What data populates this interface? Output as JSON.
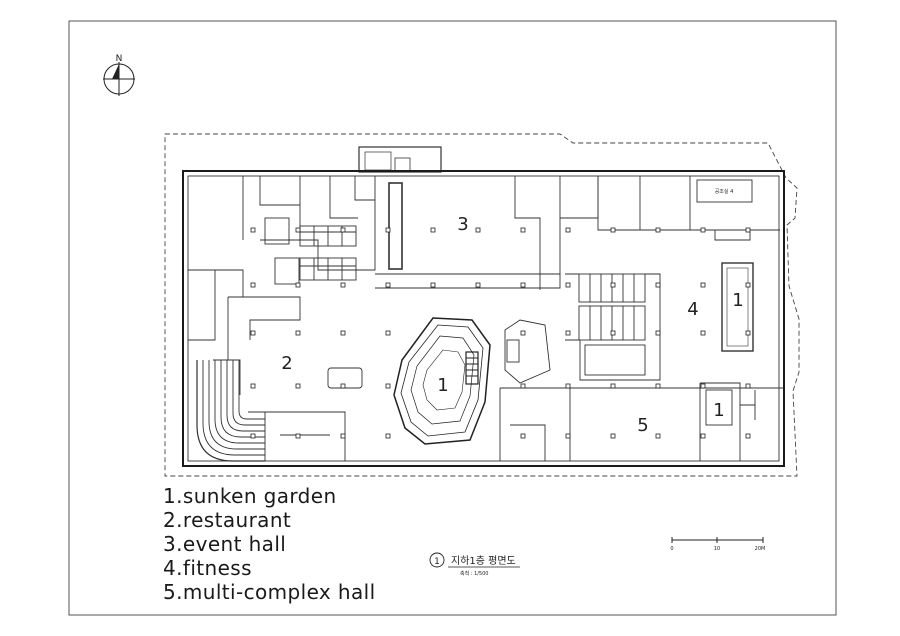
{
  "drawing": {
    "north_label": "N",
    "title_number": "1",
    "title": "지하1층 평면도",
    "scale_text": "축척 : 1/500",
    "scale_bar": {
      "labels": [
        "0",
        "10",
        "20M"
      ]
    },
    "sign_text": "공조실 4",
    "zone_labels": [
      {
        "id": "event-hall",
        "text": "3"
      },
      {
        "id": "restaurant",
        "text": "2"
      },
      {
        "id": "sunken-garden-center",
        "text": "1"
      },
      {
        "id": "fitness",
        "text": "4"
      },
      {
        "id": "sunken-garden-east",
        "text": "1"
      },
      {
        "id": "sunken-garden-southeast",
        "text": "1"
      },
      {
        "id": "multi-complex-hall",
        "text": "5"
      }
    ]
  },
  "legend": [
    "1.sunken garden",
    "2.restaurant",
    "3.event hall",
    "4.fitness",
    "5.multi-complex hall"
  ]
}
